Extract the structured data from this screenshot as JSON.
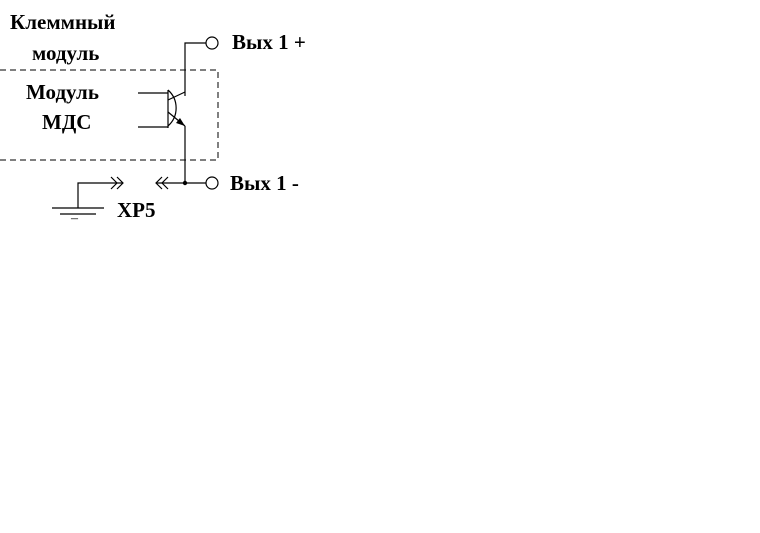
{
  "labels": {
    "terminal_module_line1": "Клеммный",
    "terminal_module_line2": "модуль",
    "mds_module_line1": "Модуль",
    "mds_module_line2": "МДС",
    "out_plus": "Вых 1 +",
    "out_minus": "Вых 1 -",
    "connector": "XP5",
    "ground_sign": "–"
  },
  "colors": {
    "line": "#000000",
    "background": "#ffffff"
  }
}
